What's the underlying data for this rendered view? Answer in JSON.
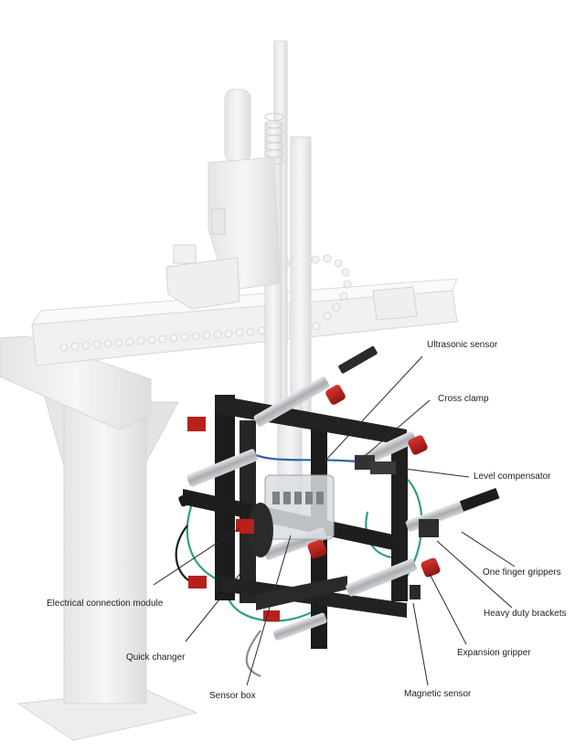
{
  "labels": {
    "ultrasonic_sensor": "Ultrasonic sensor",
    "cross_clamp": "Cross clamp",
    "level_compensator": "Level compensator",
    "one_finger_grippers": "One finger grippers",
    "heavy_duty_brackets": "Heavy duty brackets",
    "expansion_gripper": "Expansion gripper",
    "magnetic_sensor": "Magnetic sensor",
    "electrical_connection_module": "Electrical connection module",
    "quick_changer": "Quick changer",
    "sensor_box": "Sensor box"
  },
  "colors": {
    "robot_body": "#eeeeef",
    "robot_edge": "#d6d6d8",
    "frame_black": "#1c1c1c",
    "cap_red": "#b8201c",
    "cylinder_silver": "#b9bcbf",
    "hose_green": "#2f9d8a",
    "hose_blue": "#2f5fa8",
    "leader_line": "#2a2a2a"
  }
}
